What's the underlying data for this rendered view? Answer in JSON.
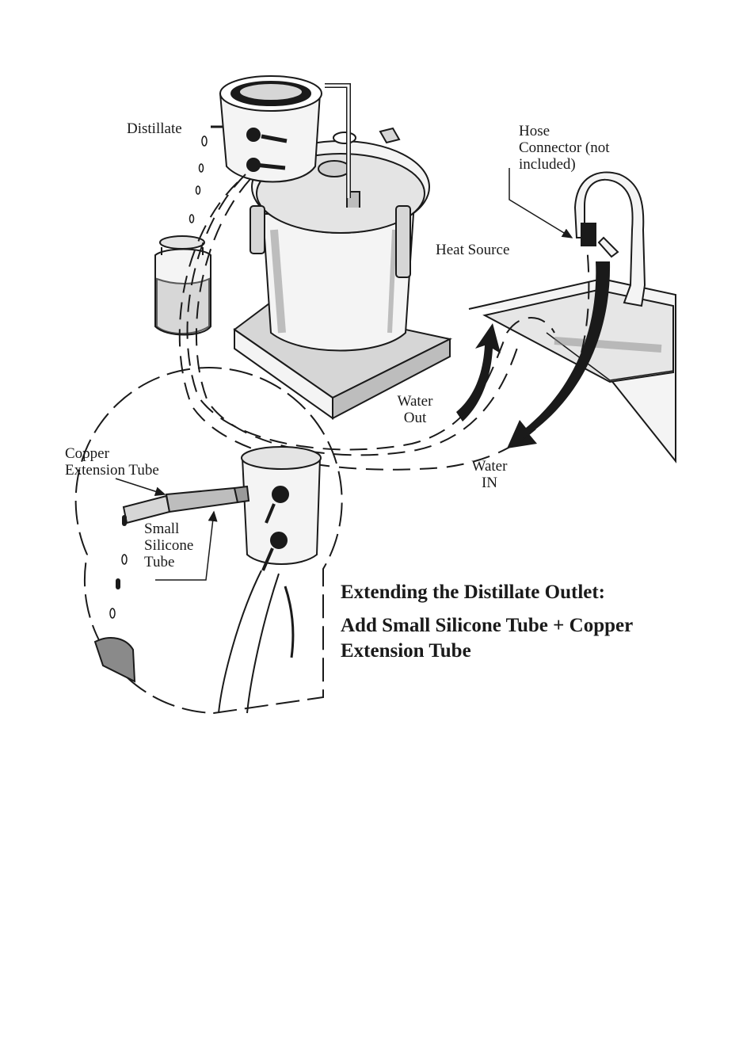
{
  "labels": {
    "distillate": "Distillate",
    "hose_connector": "Hose\nConnector (not\nincluded)",
    "heat_source": "Heat Source",
    "water_out": "Water\nOut",
    "water_in": "Water\nIN",
    "copper_extension_tube": "Copper\nExtension Tube",
    "small_silicone_tube": "Small\nSilicone\nTube"
  },
  "caption": {
    "title": "Extending the Distillate Outlet:",
    "line1": "Add Small Silicone Tube + Copper",
    "line2": "Extension Tube"
  },
  "colors": {
    "ink": "#1a1a1a",
    "fill_light": "#f4f4f4",
    "fill_mid": "#d6d6d6",
    "fill_dark": "#9a9a9a"
  }
}
